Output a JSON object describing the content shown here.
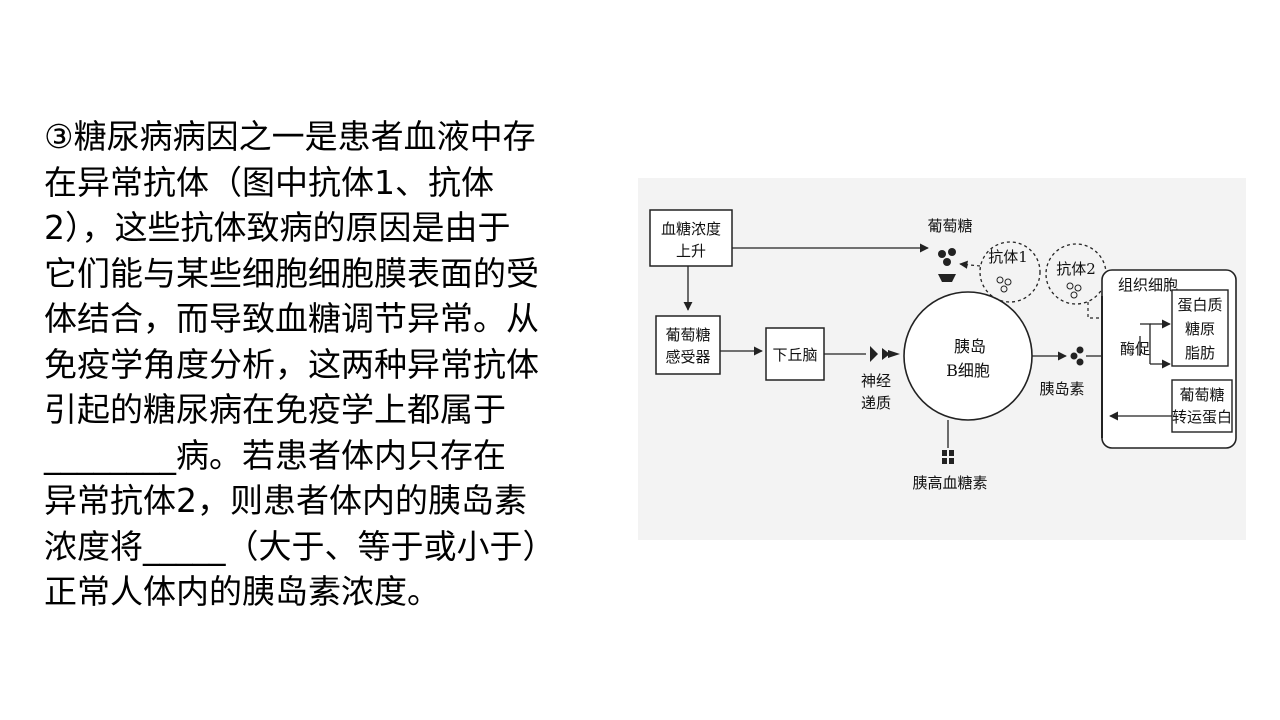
{
  "question": {
    "line1": "③糖尿病病因之一是患者血液中存",
    "line2": "在异常抗体（图中抗体1、抗体",
    "line3": "2），这些抗体致病的原因是由于",
    "line4": "它们能与某些细胞细胞膜表面的受",
    "line5": "体结合，而导致血糖调节异常。从",
    "line6": "免疫学角度分析，这两种异常抗体",
    "line7": "引起的糖尿病在免疫学上都属于",
    "line8_blank": "________",
    "line8_text": "病。若患者体内只存在",
    "line9": "异常抗体2，则患者体内的胰岛素",
    "line10_start": "浓度将",
    "line10_blank": "_____",
    "line10_end": "（大于、等于或小于）",
    "line11": "正常人体内的胰岛素浓度。"
  },
  "diagram": {
    "blood_sugar_rise": [
      "血糖浓度",
      "上升"
    ],
    "glucose_receptor": [
      "葡萄糖",
      "感受器"
    ],
    "hypothalamus": "下丘脑",
    "neurotransmitter": [
      "神经",
      "递质"
    ],
    "glucose_top": "葡萄糖",
    "antibody1": "抗体1",
    "antibody2": "抗体2",
    "islet_b_cell": [
      "胰岛",
      "B细胞"
    ],
    "insulin": "胰岛素",
    "glucagon": "胰高血糖素",
    "tissue_cell": "组织细胞",
    "promote": "酶促",
    "products": [
      "蛋白质",
      "糖原",
      "脂肪"
    ],
    "transporter": [
      "葡萄糖",
      "转运蛋白"
    ]
  }
}
